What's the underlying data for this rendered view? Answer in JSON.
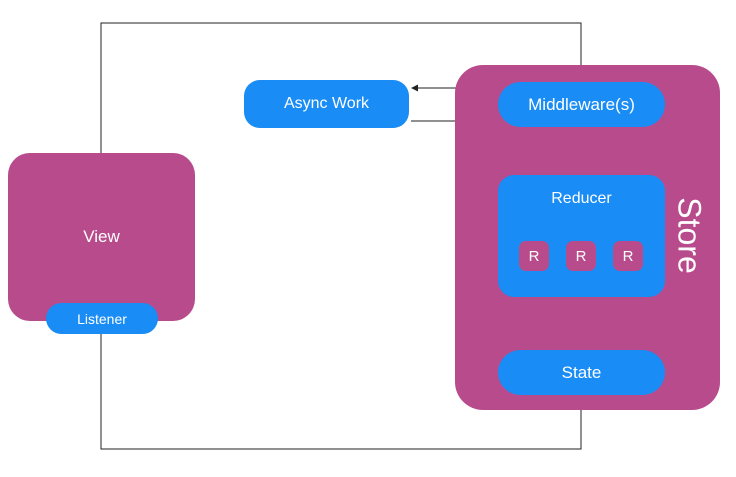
{
  "nodes": {
    "view": "View",
    "listener": "Listener",
    "store": "Store",
    "middleware": "Middleware(s)",
    "async_work": "Async Work",
    "reducer": "Reducer",
    "reducer_items": [
      "R",
      "R",
      "R"
    ],
    "state": "State"
  },
  "colors": {
    "container": "#b84b8c",
    "node": "#1a8cf5",
    "line": "#222222",
    "inner_line": "#e8e8e8"
  }
}
